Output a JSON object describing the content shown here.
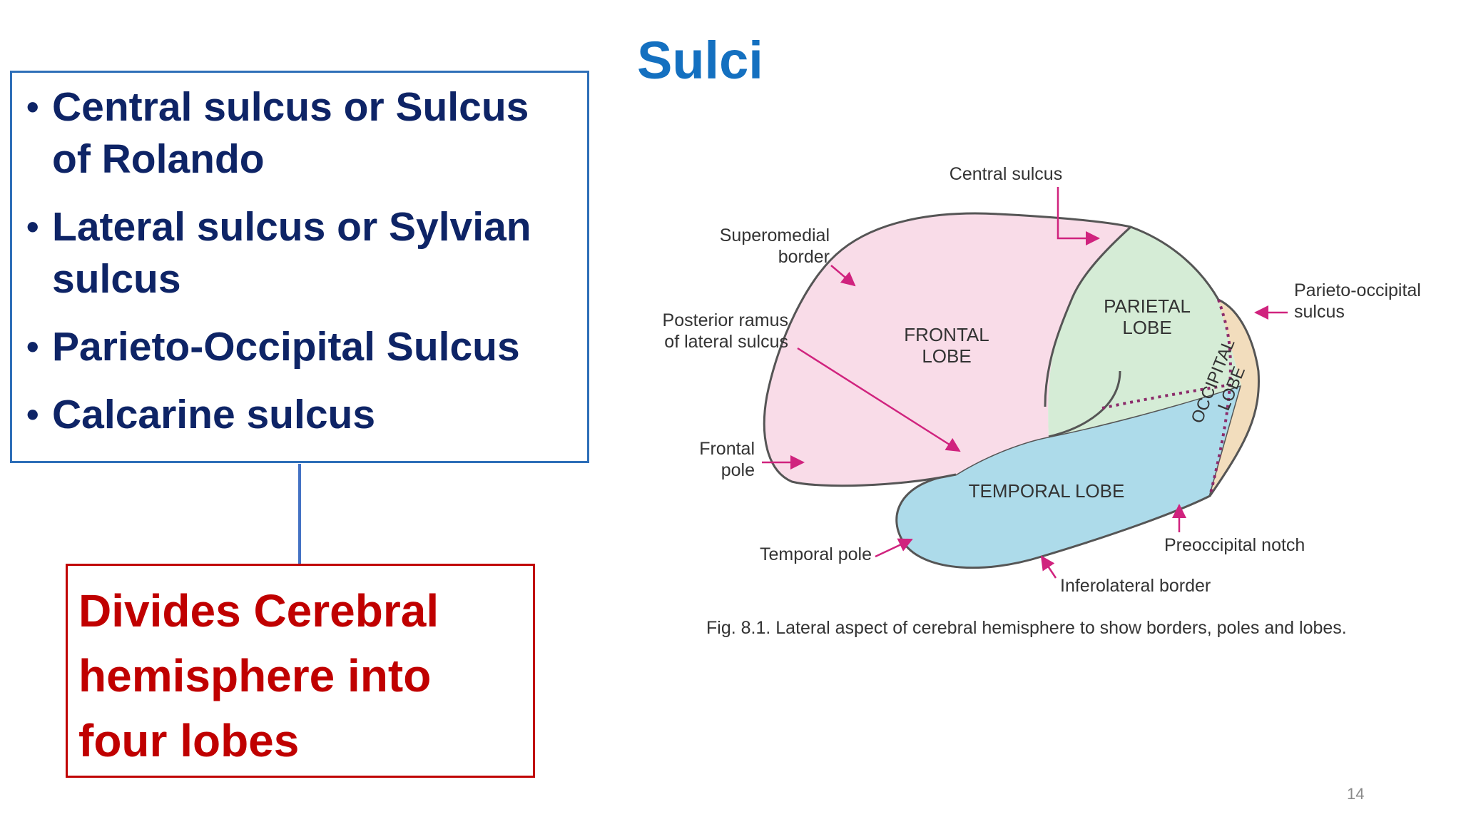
{
  "slide": {
    "title": "Sulci",
    "page_number": "14"
  },
  "bullets": [
    "Central sulcus or Sulcus of Rolando",
    "Lateral sulcus or Sylvian sulcus",
    "Parieto-Occipital Sulcus",
    "Calcarine sulcus"
  ],
  "bullet_glyph": "•",
  "result_box": {
    "text": "Divides Cerebral hemisphere into four lobes"
  },
  "figure": {
    "lobes": {
      "frontal_1": "FRONTAL",
      "frontal_2": "LOBE",
      "parietal_1": "PARIETAL",
      "parietal_2": "LOBE",
      "temporal": "TEMPORAL LOBE",
      "occipital_1": "OCCIPITAL",
      "occipital_2": "LOBE"
    },
    "labels": {
      "central_sulcus": "Central sulcus",
      "superomedial_1": "Superomedial",
      "superomedial_2": "border",
      "posterior_ramus_1": "Posterior ramus",
      "posterior_ramus_2": "of lateral sulcus",
      "frontal_pole_1": "Frontal",
      "frontal_pole_2": "pole",
      "temporal_pole": "Temporal pole",
      "parieto_occipital_1": "Parieto-occipital",
      "parieto_occipital_2": "sulcus",
      "preoccipital_notch": "Preoccipital notch",
      "inferolateral_border": "Inferolateral border"
    },
    "caption": "Fig. 8.1. Lateral aspect of cerebral hemisphere to show borders, poles and lobes."
  },
  "colors": {
    "title": "#1470C0",
    "bullet_text": "#0E2466",
    "bullet_box_border": "#2E6FB8",
    "result_text": "#C00000",
    "frontal_fill": "#F9DCE8",
    "parietal_fill": "#D5ECD6",
    "temporal_fill": "#ADDBEA",
    "occipital_fill": "#F2DDBD",
    "arrow": "#D0237E"
  }
}
